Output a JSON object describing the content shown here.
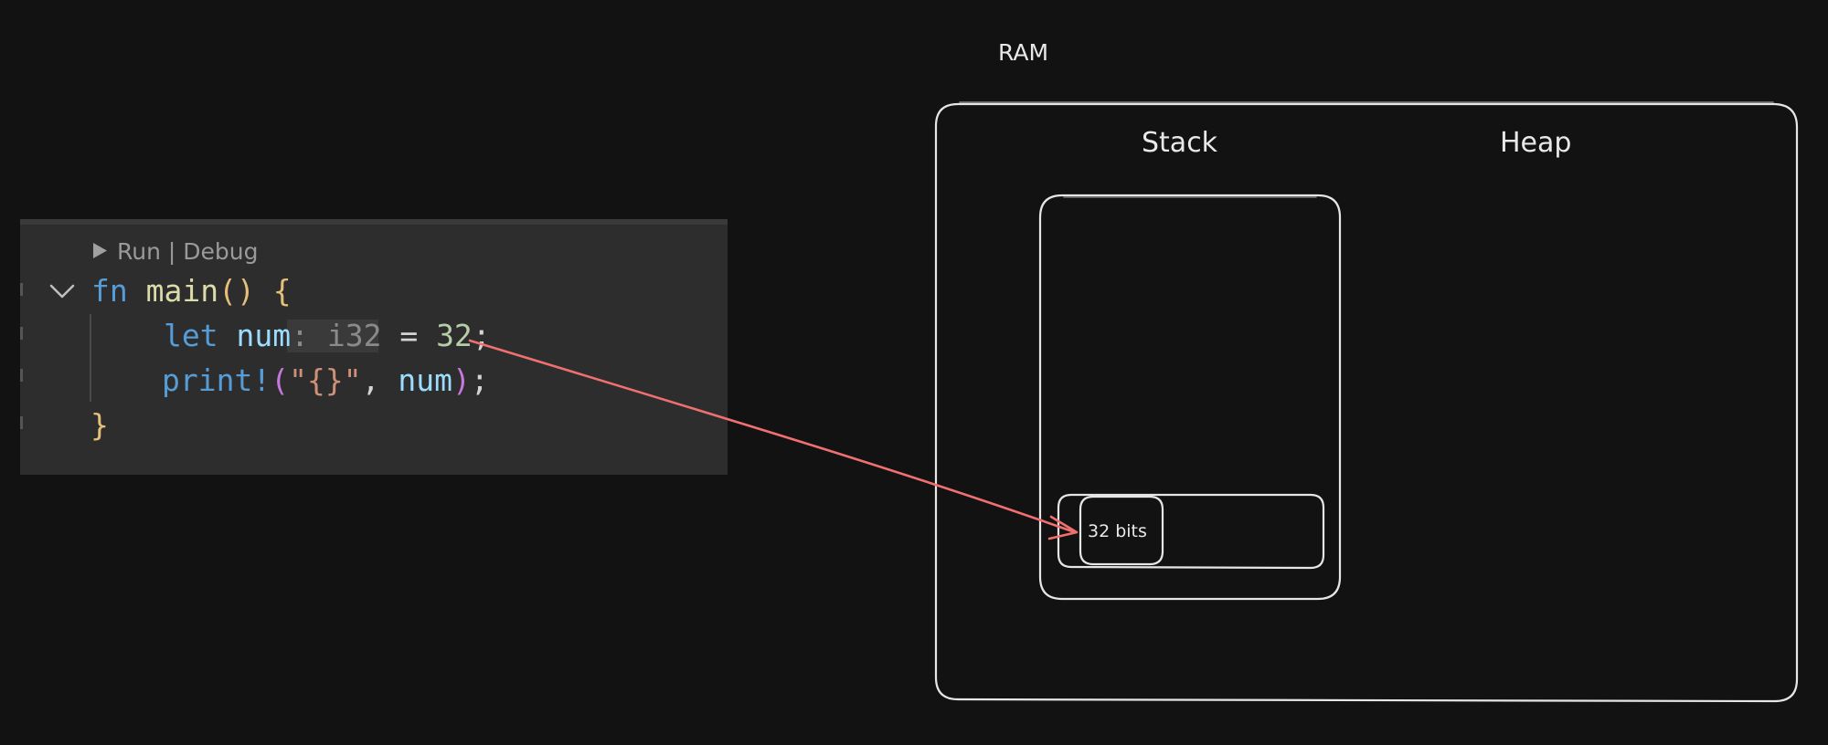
{
  "editor": {
    "codelens": "Run | Debug",
    "line1": {
      "fn": "fn",
      "name": "main",
      "parens": "()",
      "brace": "{"
    },
    "line2": {
      "let": "let",
      "var": "num",
      "hint": ": i32",
      "eq": "=",
      "value": "32",
      "semi": ";"
    },
    "line3": {
      "macro": "print!",
      "open": "(",
      "fmt": "\"{}\"",
      "comma": ",",
      "arg": "num",
      "close": ")",
      "semi": ";"
    },
    "line4": {
      "brace": "}"
    }
  },
  "memory": {
    "ram_label": "RAM",
    "stack_label": "Stack",
    "heap_label": "Heap",
    "cell_label": "32 bits"
  },
  "colors": {
    "keyword": "#569cd6",
    "function": "#dcdcaa",
    "bracket": "#e5c07b",
    "variable": "#9cdcfe",
    "number": "#b5cea8",
    "string": "#ce9178",
    "macro_paren": "#c678dd",
    "arrow": "#f07070"
  },
  "icons": {
    "run": "play-triangle-icon",
    "fold": "chevron-down-icon"
  }
}
